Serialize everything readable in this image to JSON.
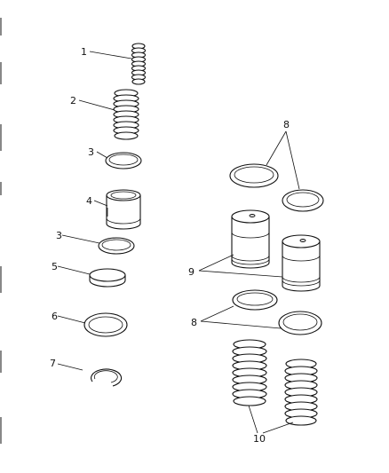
{
  "callouts": {
    "c1": "1",
    "c2": "2",
    "c3a": "3",
    "c4": "4",
    "c3b": "3",
    "c5": "5",
    "c6": "6",
    "c7": "7",
    "c8a": "8",
    "c9": "9",
    "c8b": "8",
    "c10": "10"
  }
}
